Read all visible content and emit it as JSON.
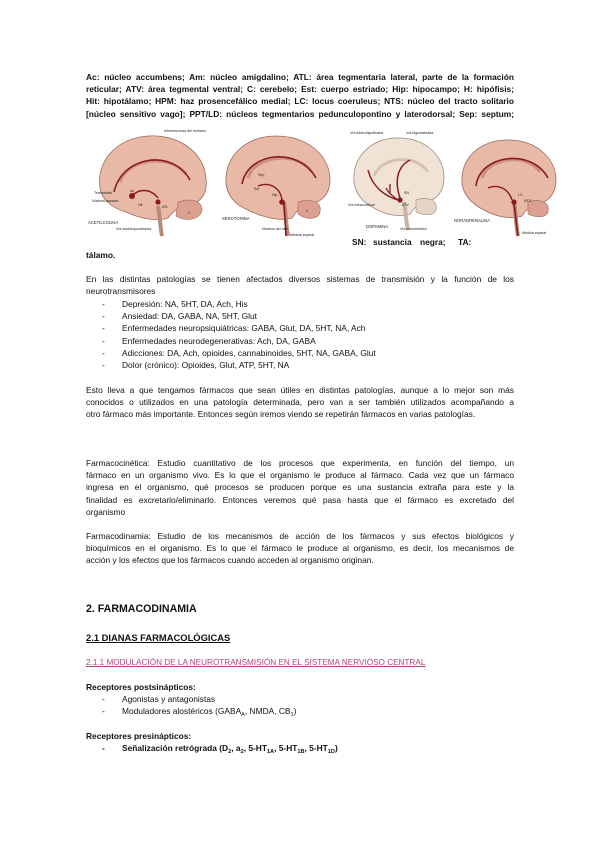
{
  "abbrev": {
    "lines": [
      "Ac: núcleo accumbens; Am: núcleo amigdalino; ATL: área tegmentaria lateral, parte de la formación",
      "reticular; ATV: área tegmental ventral; C: cerebelo; Est: cuerpo estriado; Hip: hipocampo; H: hipófisis;",
      "Hit: hipotálamo; HPM: haz prosencefálico medial; LC: locus coeruleus; NTS: núcleo del tracto solitario",
      "[núcleo sensitivo vago]; PPT/LD: núcleos tegmentarios pedunculopontino y laterodorsal; Sep: septum;"
    ],
    "sn_words": [
      "SN:",
      "sustancia",
      "negra;",
      "TA:"
    ],
    "sn_tail": "tálamo."
  },
  "figures": [
    {
      "caption": "ACETILCOLINA",
      "labels": [
        "Telencéfalo",
        "Núcleos basales",
        "Ac",
        "Hit",
        "ATL",
        "C",
        "Vía septohipocámpica",
        "Interneuronas del estriado"
      ],
      "pathway_color": "#8b1a1a"
    },
    {
      "caption": "SEROTONINA",
      "labels": [
        "Sep",
        "Est",
        "Hip",
        "C",
        "Núcleos del rafe",
        "Médula espinal"
      ],
      "pathway_color": "#8b1a1a"
    },
    {
      "caption": "DOPAMINA",
      "labels": [
        "Vía tuberohipofisaria",
        "Vía nigroestriada",
        "Vía mesocortical",
        "SN",
        "ATV",
        "Vía mesolímbica"
      ],
      "pathway_color": "#8b1a1a"
    },
    {
      "caption": "NORADRENALINA",
      "labels": [
        "NTS",
        "LC",
        "Médula espinal"
      ],
      "pathway_color": "#8b1a1a"
    }
  ],
  "intro": {
    "lines": [
      "En las distintas patologías se tienen afectados diversos sistemas de transmisión y la función de los",
      "neurotransmisores"
    ]
  },
  "pathologies": [
    "Depresión: NA, 5HT, DA, Ach, His",
    "Ansiedad: DA, GABA, NA, 5HT, Glut",
    "Enfermedades neuropsiquiátricas: GABA, Glut, DA, 5HT, NA, Ach",
    "Enfermedades neurodegenerativas: Ach, DA, GABA",
    "Adicciones: DA, Ach, opioides, cannabinoides, 5HT, NA, GABA, Glut",
    "Dolor (crónico): Opioides, Glut, ATP, 5HT, NA"
  ],
  "para_drugs": [
    "Esto lleva a que tengamos fármacos que sean útiles en distintas patologías, aunque a lo mejor son más",
    "conocidos o utilizados en una patología determinada, pero van a ser también utilizados acompañando a",
    "otro fármaco más importante. Entonces según iremos viendo se repetirán fármacos en varias patologías."
  ],
  "para_pk": [
    "Farmacocinética: Estudio cuantitativo de los procesos que experimenta, en función del tiempo, un",
    "fármaco en un organismo vivo. Es lo que el organismo le produce al fármaco. Cada vez que un fármaco",
    "ingresa en el organismo, qué procesos se producen porque es una sustancia extraña para este y la",
    "finalidad es excretarlo/eliminarlo. Entonces veremos qué pasa hasta que el fármaco es excretado del",
    "organismo"
  ],
  "para_pd": [
    "Farmacodinamia: Estudio de los mecanismos de acción de los fármacos y sus efectos biológicos y",
    "bioquímicos en el organismo. Es lo que el fármaco le produce al organismo, es decir, los mecanismos de",
    "acción y los efectos que los fármacos cuando acceden al organismo originan."
  ],
  "headings": {
    "h2": "2. FARMACODINAMIA",
    "h3": "2.1 DIANAS FARMACOLÓGICAS",
    "h4": "2.1.1 MODULACIÓN DE LA NEUROTRANSMISIÓN EN EL SISTEMA NERVIOSO CENTRAL"
  },
  "post": {
    "title": "Receptores postsinápticos:",
    "item1": "Agonistas y antagonistas",
    "item2_prefix": "Moduladores alostéricos (GABA",
    "item2_sub": "A",
    "item2_suffix": ", NMDA, CB",
    "item2_sub2": "1",
    "item2_end": ")"
  },
  "pre": {
    "title": "Receptores presinápticos:",
    "prefix": "Señalización retrógrada (D",
    "s1": "2",
    "t1": ", a",
    "s2": "2",
    "t2": ", 5-HT",
    "s3": "1A",
    "t3": ", 5-HT",
    "s4": "1B",
    "t4": ", 5-HT",
    "s5": "1D",
    "end": ")"
  }
}
